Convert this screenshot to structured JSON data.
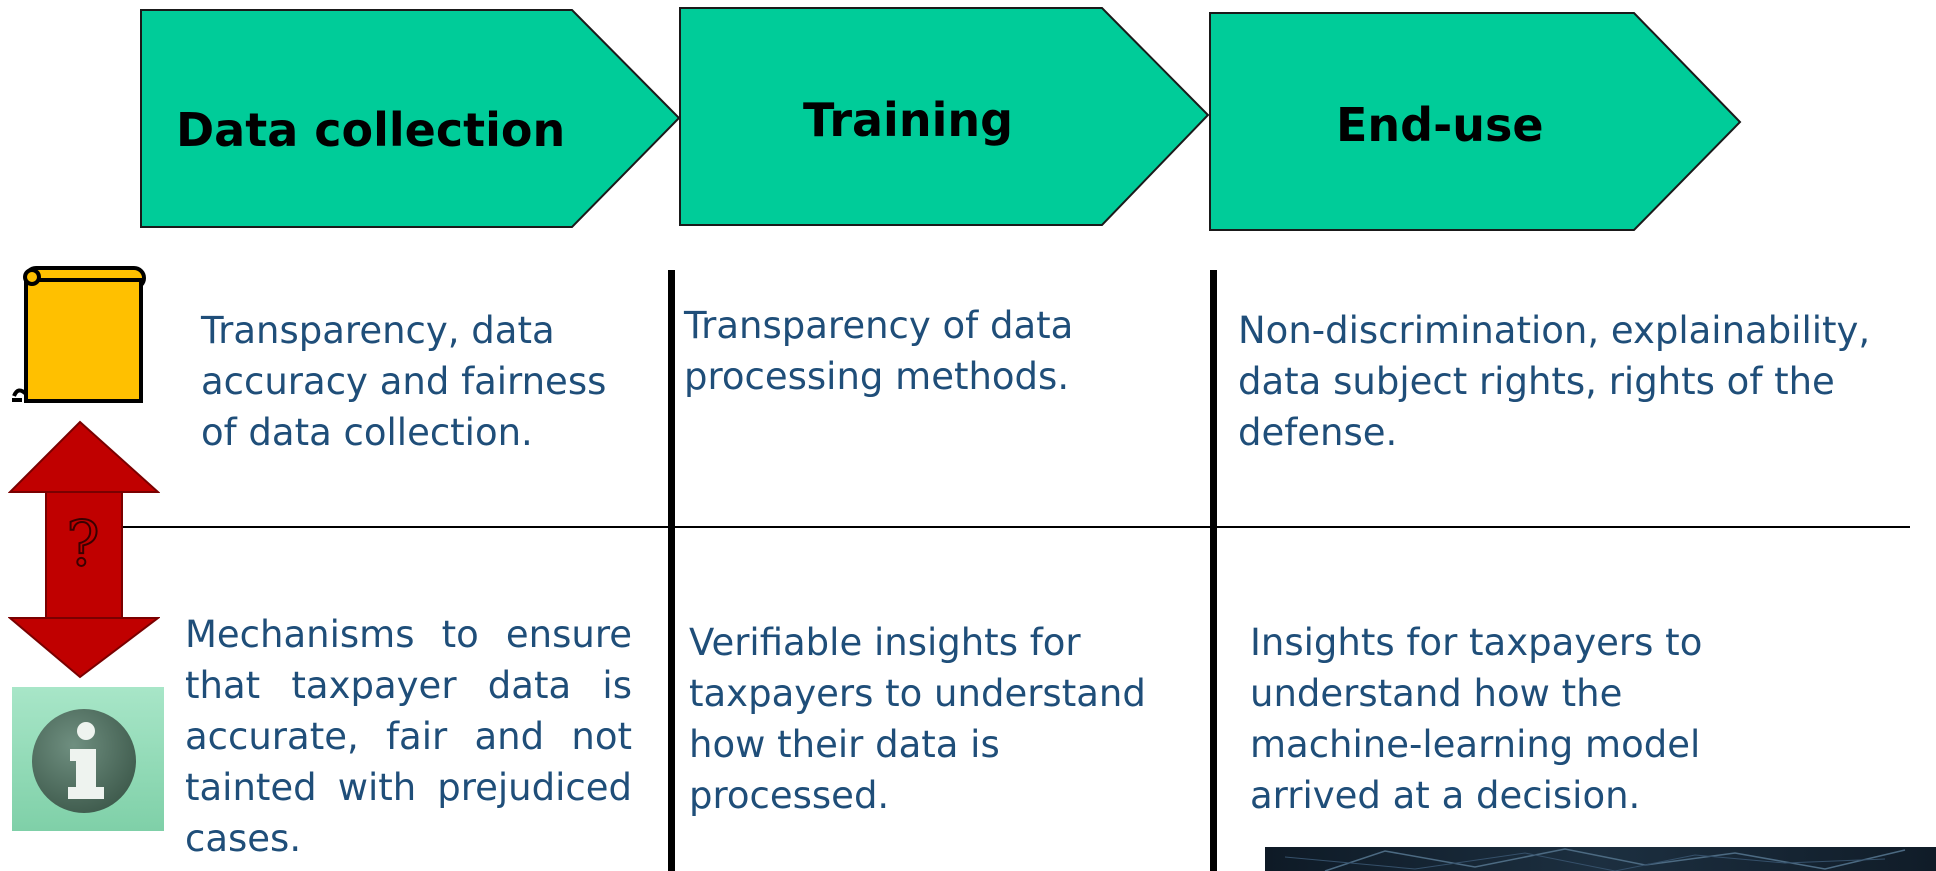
{
  "colors": {
    "chevron_fill": "#00CC99",
    "body_text": "#1F4E79",
    "scroll_fill": "#FFC000",
    "arrow_fill": "#C00000",
    "info_tile": "#8FD9B6"
  },
  "icons": {
    "scroll": "scroll-icon",
    "arrow": "double-arrow-question-icon",
    "info": "info-icon",
    "photo": "network-photo"
  },
  "stages": [
    {
      "label": "Data collection"
    },
    {
      "label": "Training"
    },
    {
      "label": "End-use"
    }
  ],
  "rows": {
    "top": [
      "Transparency, data accuracy and fairness of data collection.",
      "Transparency of data processing methods.",
      "Non-discrimination, explainability, data subject rights, rights of the defense."
    ],
    "bottom": [
      "Mechanisms to ensure that taxpayer data is accurate, fair and not tainted with prejudiced cases.",
      "Verifiable insights for taxpayers to understand how their data is processed.",
      "Insights for taxpayers to understand how the machine-learning model arrived at a decision."
    ]
  }
}
